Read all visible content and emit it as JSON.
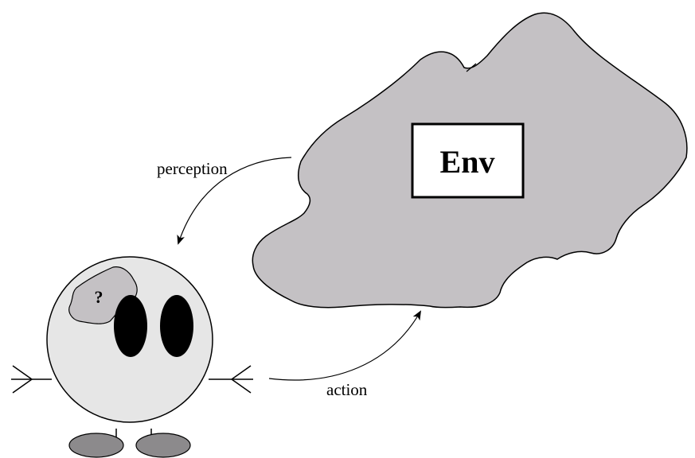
{
  "environment": {
    "label": "Env",
    "fill_color": "#c4c1c4"
  },
  "agent": {
    "thought_label": "?",
    "head_color": "#e6e6e6",
    "thought_color": "#c4c1c4",
    "eye_color": "#000000",
    "feet_color": "#8c8a8c"
  },
  "arrows": {
    "perception_label": "perception",
    "action_label": "action"
  }
}
